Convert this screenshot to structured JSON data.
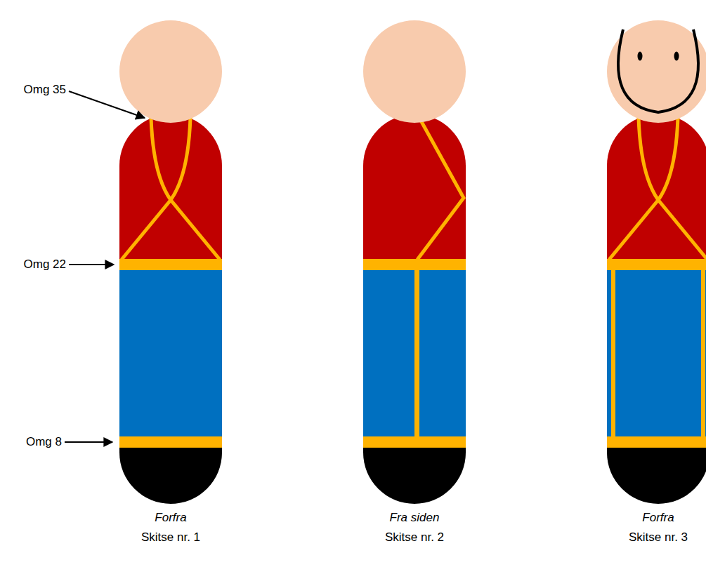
{
  "diagram": {
    "labels": [
      "Omg 35",
      "Omg 22",
      "Omg 8",
      "Forfra",
      "Skitse nr. 1",
      "Fra siden",
      "Skitse nr. 2",
      "Forfra",
      "Skitse nr. 3"
    ]
  }
}
